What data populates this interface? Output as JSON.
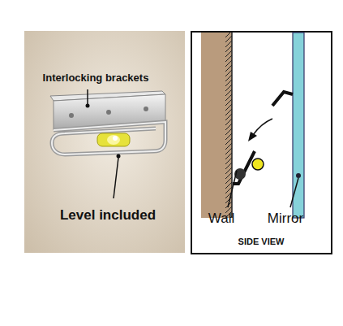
{
  "diagram": {
    "labels": [
      "Interlocking brackets",
      "Level included",
      "Wall",
      "Mirror",
      "SIDE VIEW"
    ]
  }
}
